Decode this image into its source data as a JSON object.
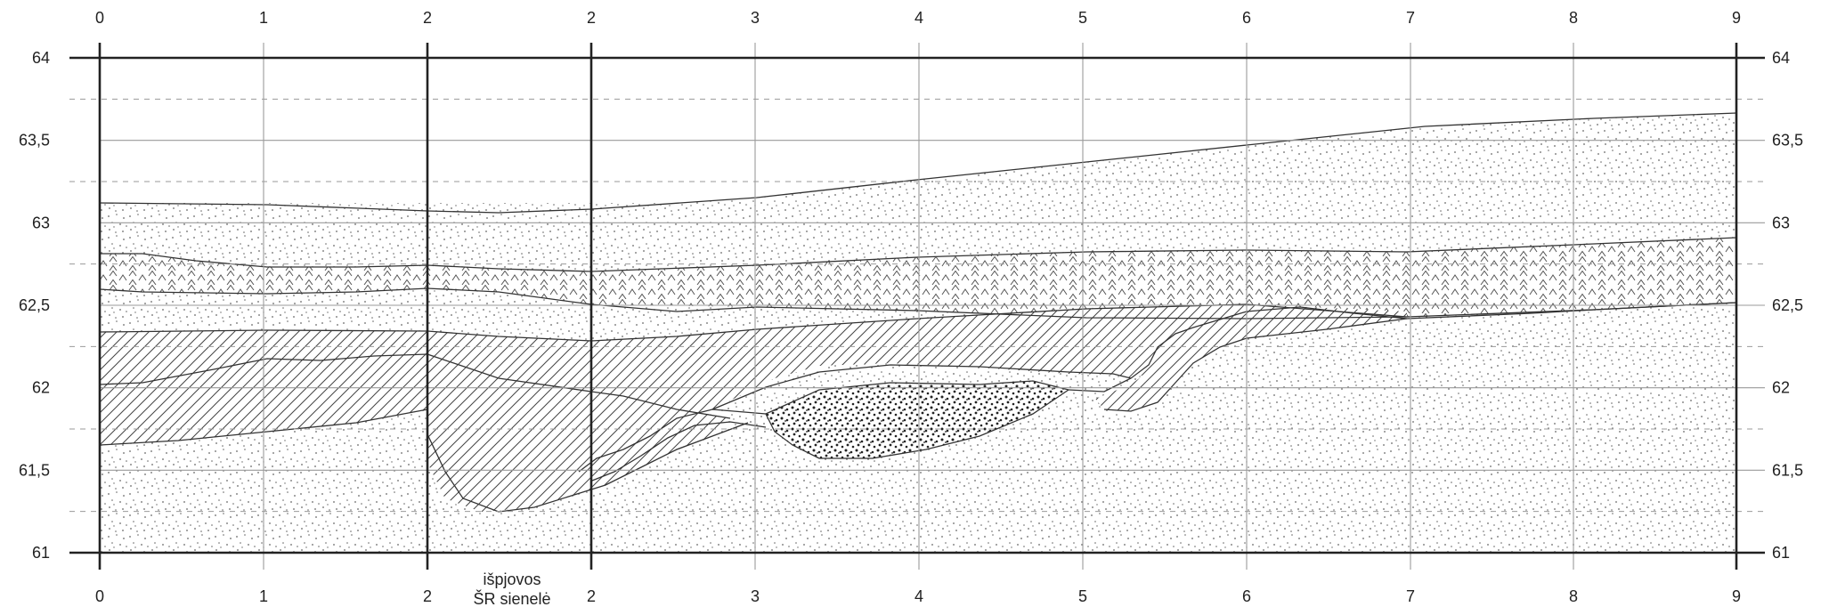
{
  "figure": {
    "type": "stratigraphic-profile",
    "top_axis": {
      "labels": [
        "0",
        "1",
        "2",
        "2",
        "3",
        "4",
        "5",
        "6",
        "7",
        "8",
        "9"
      ]
    },
    "bottom_axis": {
      "labels": [
        "0",
        "1",
        "2",
        "2",
        "3",
        "4",
        "5",
        "6",
        "7",
        "8",
        "9"
      ]
    },
    "left_axis": {
      "labels": [
        "64",
        "63,5",
        "63",
        "62,5",
        "62",
        "61,5",
        "61"
      ]
    },
    "right_axis": {
      "labels": [
        "64",
        "63,5",
        "63",
        "62,5",
        "62",
        "61,5",
        "61"
      ]
    },
    "wall_note": {
      "line1": "išpjovos",
      "line2": "ŠR sienelė"
    },
    "elevation_range": [
      61,
      64
    ],
    "grid": true,
    "colors": {
      "line": "#333333",
      "grid": "#9a9a9a",
      "stipple": "#555555",
      "background": "#ffffff"
    }
  }
}
